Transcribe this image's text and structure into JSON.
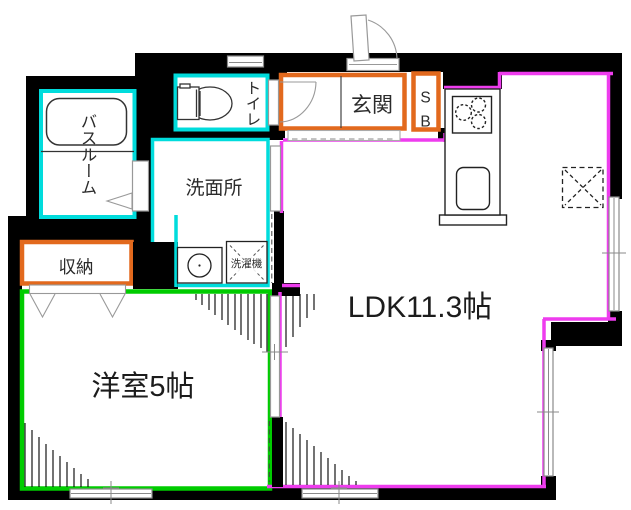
{
  "floorplan": {
    "title": "apartment-floorplan",
    "rooms": {
      "bathroom": {
        "label": "バスルーム"
      },
      "toilet": {
        "label": "トイレ"
      },
      "washroom": {
        "label": "洗面所"
      },
      "entrance": {
        "label": "玄関"
      },
      "shoe_box": {
        "line1": "S",
        "line2": "B"
      },
      "storage": {
        "label": "収納"
      },
      "western_room": {
        "label": "洋室5帖"
      },
      "ldk": {
        "label": "LDK11.3帖"
      }
    },
    "fixtures": {
      "washing_machine": {
        "label": "洗濯機"
      }
    },
    "colors": {
      "wall": "#000000",
      "wet_area_border": "#00dcdc",
      "entrance_border": "#e2691d",
      "western_room_border": "#00cc00",
      "ldk_border": "#ee3cee",
      "door_outline": "#999999",
      "fixture_outline": "#2a2a2a"
    }
  }
}
